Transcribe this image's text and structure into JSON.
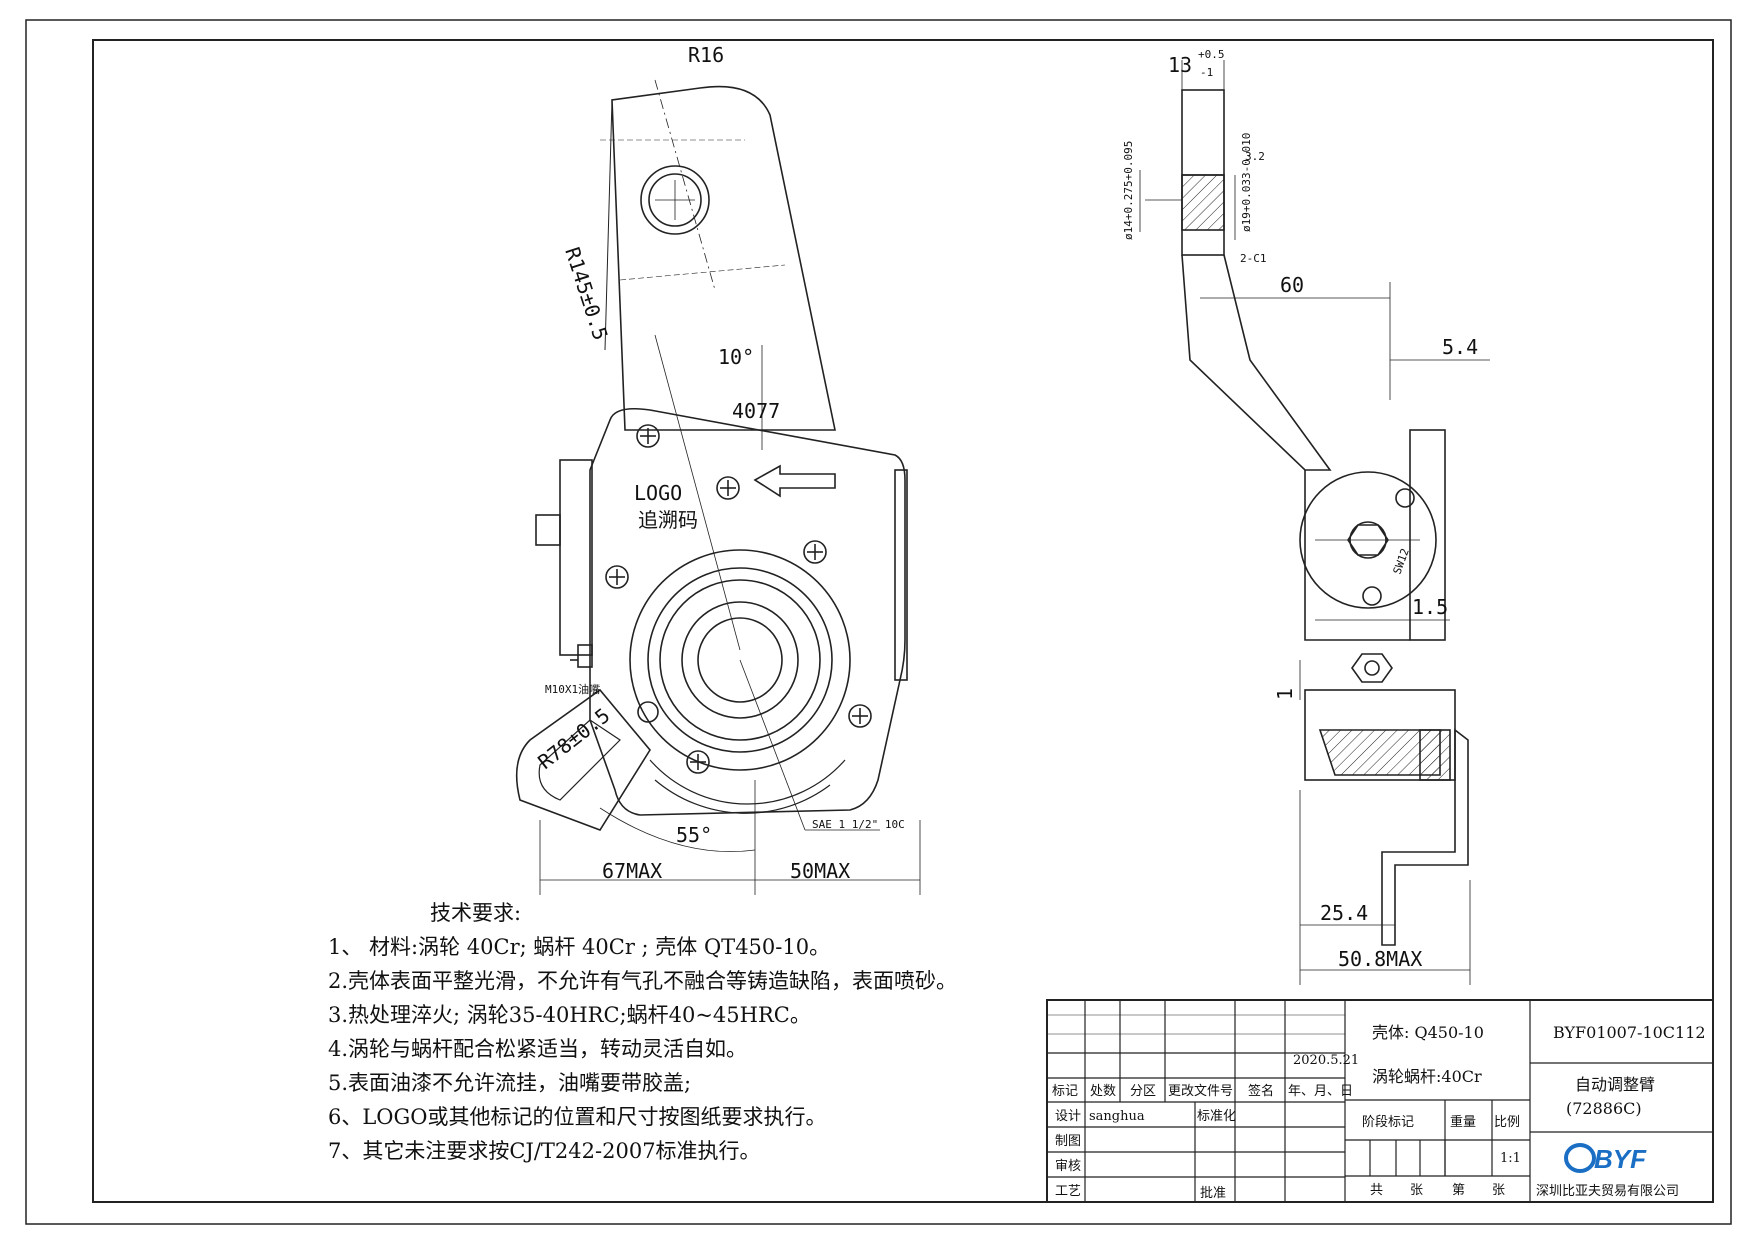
{
  "drawing": {
    "front_view": {
      "dimensions": [
        "R16",
        "R145±0.5",
        "10°",
        "4077",
        "R78±0.5",
        "55°",
        "67MAX",
        "50MAX"
      ],
      "labels": {
        "logo": "LOGO",
        "trace_code": "追溯码",
        "nipple": "M10X1油嘴",
        "spline": "SAE 1 1/2\" 10C"
      }
    },
    "side_view": {
      "dimensions": [
        "13",
        "+0.5",
        "-1",
        "3.2",
        "ø14+0.275+0.095",
        "ø19+0.033-0.010",
        "2-C1",
        "60",
        "5.4",
        "1.5",
        "1",
        "SW12",
        "25.4",
        "50.8MAX"
      ]
    }
  },
  "notes": {
    "heading": "技术要求:",
    "items": [
      "1、 材料:涡轮 40Cr; 蜗杆 40Cr ;  壳体 QT450-10。",
      "2.壳体表面平整光滑，不允许有气孔不融合等铸造缺陷，表面喷砂。",
      "3.热处理淬火;  涡轮35-40HRC;蜗杆40~45HRC。",
      "4.涡轮与蜗杆配合松紧适当，转动灵活自如。",
      "5.表面油漆不允许流挂，油嘴要带胶盖;",
      "6、LOGO或其他标记的位置和尺寸按图纸要求执行。",
      "7、其它未注要求按CJ/T242-2007标准执行。"
    ]
  },
  "title_block": {
    "date": "2020.5.21",
    "rev_headers": [
      "标记",
      "处数",
      "分区",
      "更改文件号",
      "签名",
      "年、月、日"
    ],
    "design": "设计",
    "designer": "sanghua",
    "standardize": "标准化",
    "draw": "制图",
    "review": "审核",
    "process": "工艺",
    "approve": "批准",
    "material_housing": "壳体: Q450-10",
    "material_worm": "涡轮蜗杆:40Cr",
    "stage_mark": "阶段标记",
    "weight": "重量",
    "scale_label": "比例",
    "scale": "1:1",
    "sheets": [
      "共",
      "张",
      "第",
      "张"
    ],
    "drawing_number": "BYF01007-10C112",
    "part_name": "自动调整臂",
    "part_number": "(72886C)",
    "logo": "BYF",
    "company": "深圳比亚夫贸易有限公司"
  }
}
